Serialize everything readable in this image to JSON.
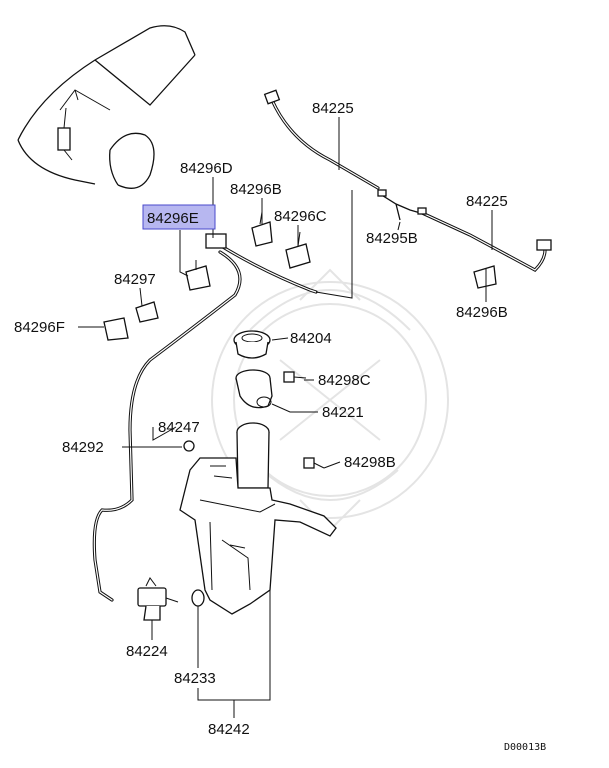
{
  "diagram": {
    "highlighted_part": "84296E",
    "highlight_color": "#b7b7f0",
    "drawing_code": "D00013B",
    "labels": {
      "p84225a": "84225",
      "p84225b": "84225",
      "p84296d": "84296D",
      "p84296b_a": "84296B",
      "p84296c": "84296C",
      "p84295b": "84295B",
      "p84296e": "84296E",
      "p84297": "84297",
      "p84296f": "84296F",
      "p84296b_b": "84296B",
      "p84204": "84204",
      "p84298c": "84298C",
      "p84221": "84221",
      "p84292": "84292",
      "p84247": "84247",
      "p84298b": "84298B",
      "p84224": "84224",
      "p84233": "84233",
      "p84242": "84242"
    }
  }
}
